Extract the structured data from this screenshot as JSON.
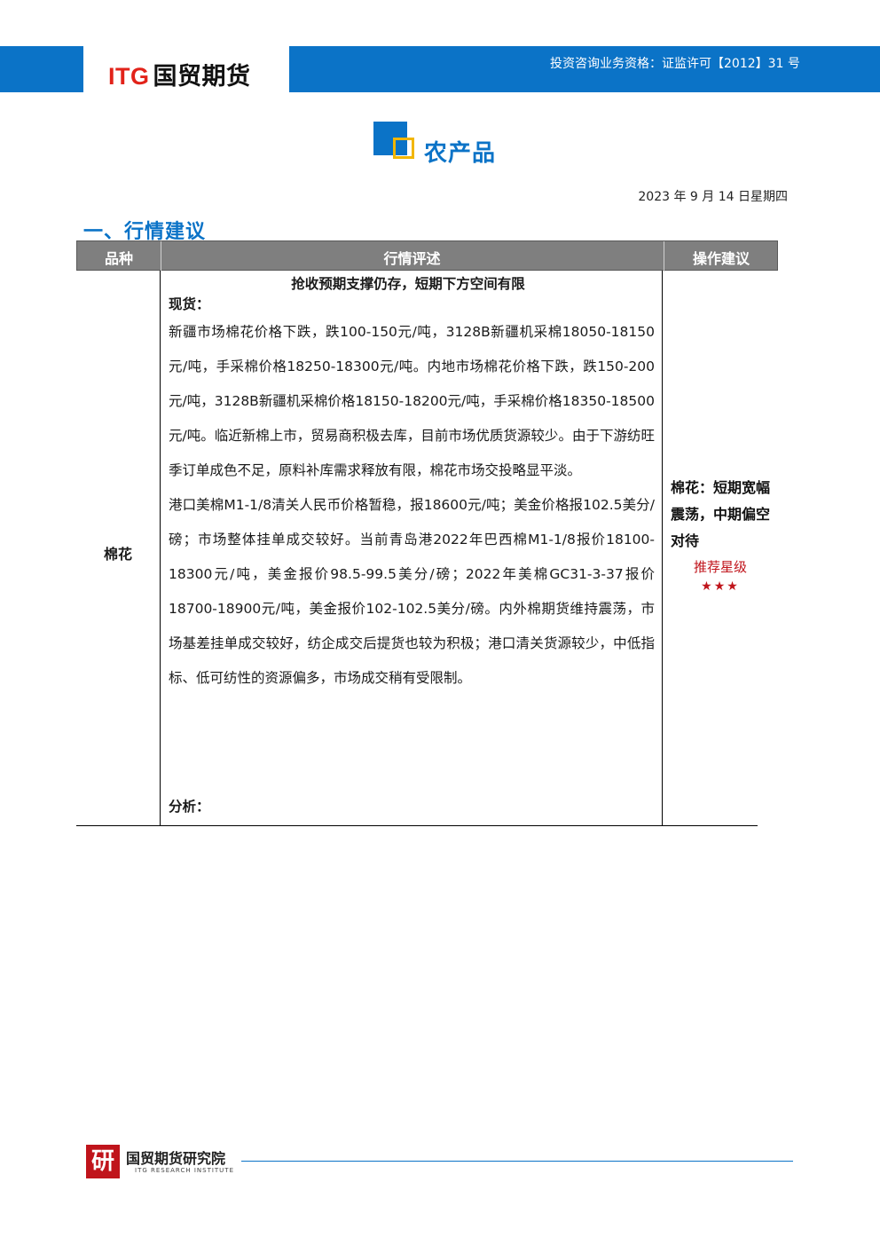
{
  "header": {
    "logo_latin": "ITG",
    "logo_cn": "国贸期货",
    "license": "投资咨询业务资格：证监许可【2012】31 号",
    "colors": {
      "brand_blue": "#0b73c7",
      "logo_red": "#e2231a",
      "accent_yellow": "#f2b600"
    }
  },
  "section": {
    "title": "农产品"
  },
  "date": "2023 年 9 月 14 日星期四",
  "heading": "一、行情建议",
  "table": {
    "headers": [
      "品种",
      "行情评述",
      "操作建议"
    ],
    "variety": "棉花",
    "headline": "抢收预期支撑仍存，短期下方空间有限",
    "spot_label": "现货：",
    "paragraph1": "新疆市场棉花价格下跌，跌100-150元/吨，3128B新疆机采棉18050-18150元/吨，手采棉价格18250-18300元/吨。内地市场棉花价格下跌，跌150-200元/吨，3128B新疆机采棉价格18150-18200元/吨，手采棉价格18350-18500元/吨。临近新棉上市，贸易商积极去库，目前市场优质货源较少。由于下游纺旺季订单成色不足，原料补库需求释放有限，棉花市场交投略显平淡。",
    "paragraph2": "港口美棉M1-1/8清关人民币价格暂稳，报18600元/吨；美金价格报102.5美分/磅；市场整体挂单成交较好。当前青岛港2022年巴西棉M1-1/8报价18100-18300元/吨，美金报价98.5-99.5美分/磅；2022年美棉GC31-3-37报价18700-18900元/吨，美金报价102-102.5美分/磅。内外棉期货维持震荡，市场基差挂单成交较好，纺企成交后提货也较为积极；港口清关货源较少，中低指标、低可纺性的资源偏多，市场成交稍有受限制。",
    "analysis_label": "分析：",
    "advice": "棉花：短期宽幅震荡，中期偏空对待",
    "rating_label": "推荐星级",
    "rating_stars": 3,
    "rating_color": "#c0141b"
  },
  "footer": {
    "logo_char": "研",
    "name": "国贸期货研究院",
    "sub": "ITG RESEARCH INSTITUTE"
  }
}
